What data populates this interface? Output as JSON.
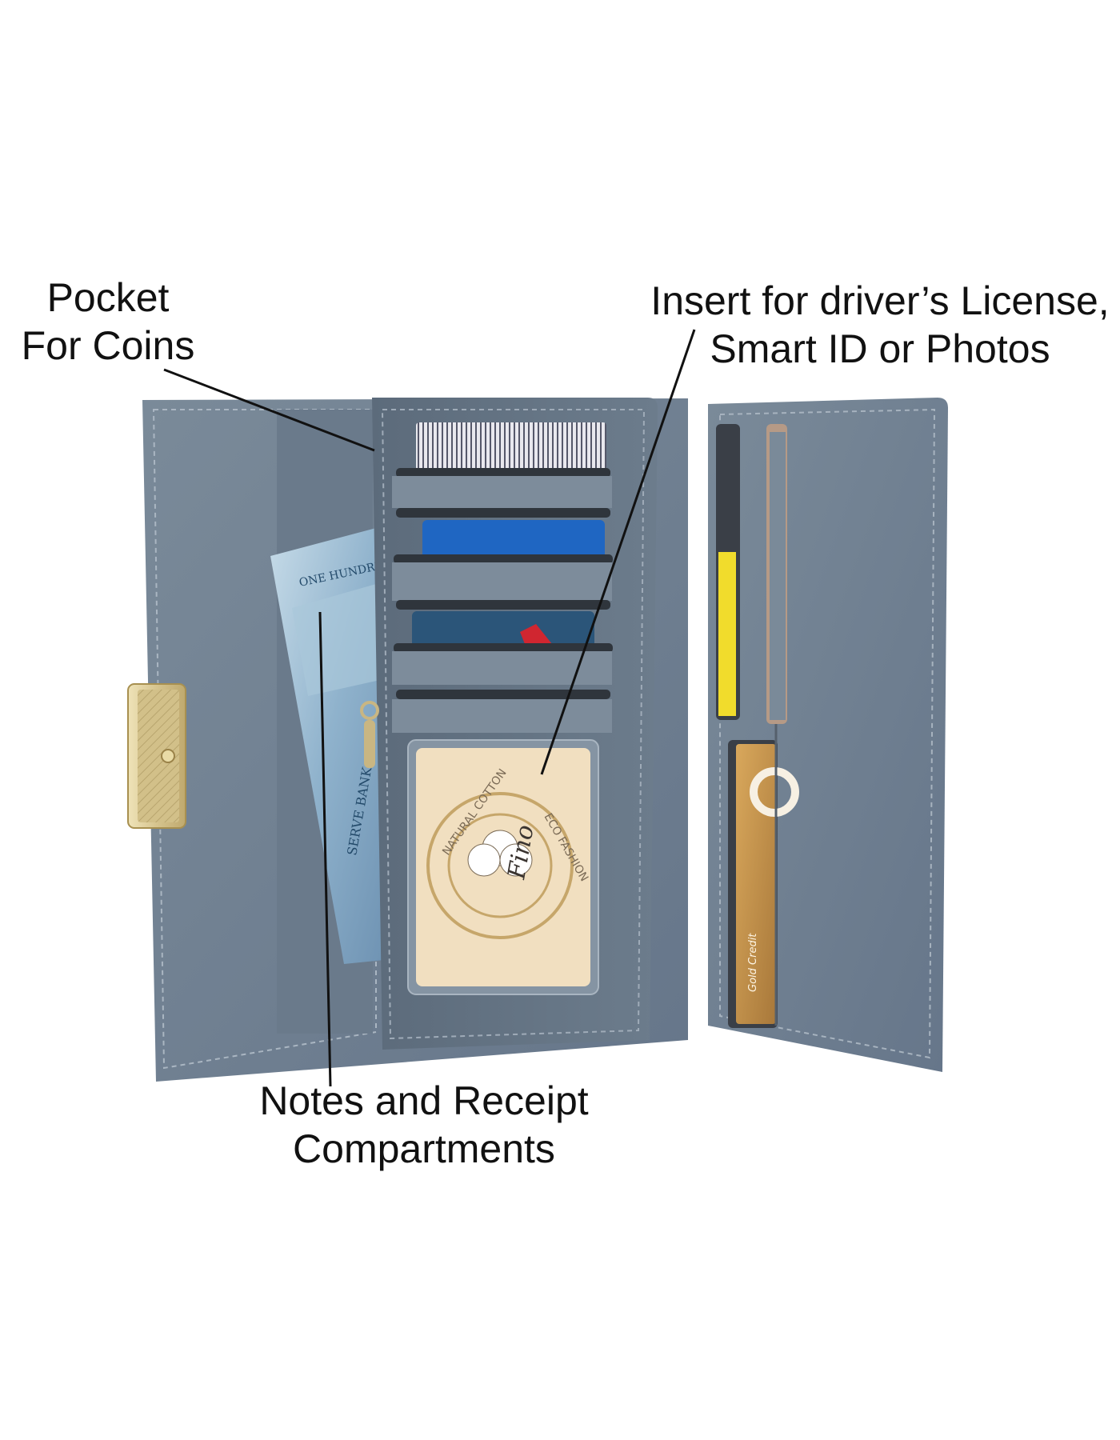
{
  "image": {
    "background_color": "#ffffff",
    "wallet_color": "#6f7f8e",
    "clasp_color": "#d8c99a"
  },
  "callouts": {
    "coins": {
      "line1": "Pocket",
      "line2": "For Coins"
    },
    "license": {
      "line1": "Insert for driver’s License,",
      "line2": "Smart ID or Photos"
    },
    "notes": {
      "line1": "Notes and Receipt",
      "line2": "Compartments"
    }
  },
  "printed_marks": {
    "banknote_top": "ONE HUNDRE",
    "banknote_side": "SERVE BANK",
    "card_label": "Gold Credit",
    "logo_ring_left": "NATURAL COTTON",
    "logo_ring_right": "ECO FASHION",
    "logo_brand": "Fino"
  }
}
